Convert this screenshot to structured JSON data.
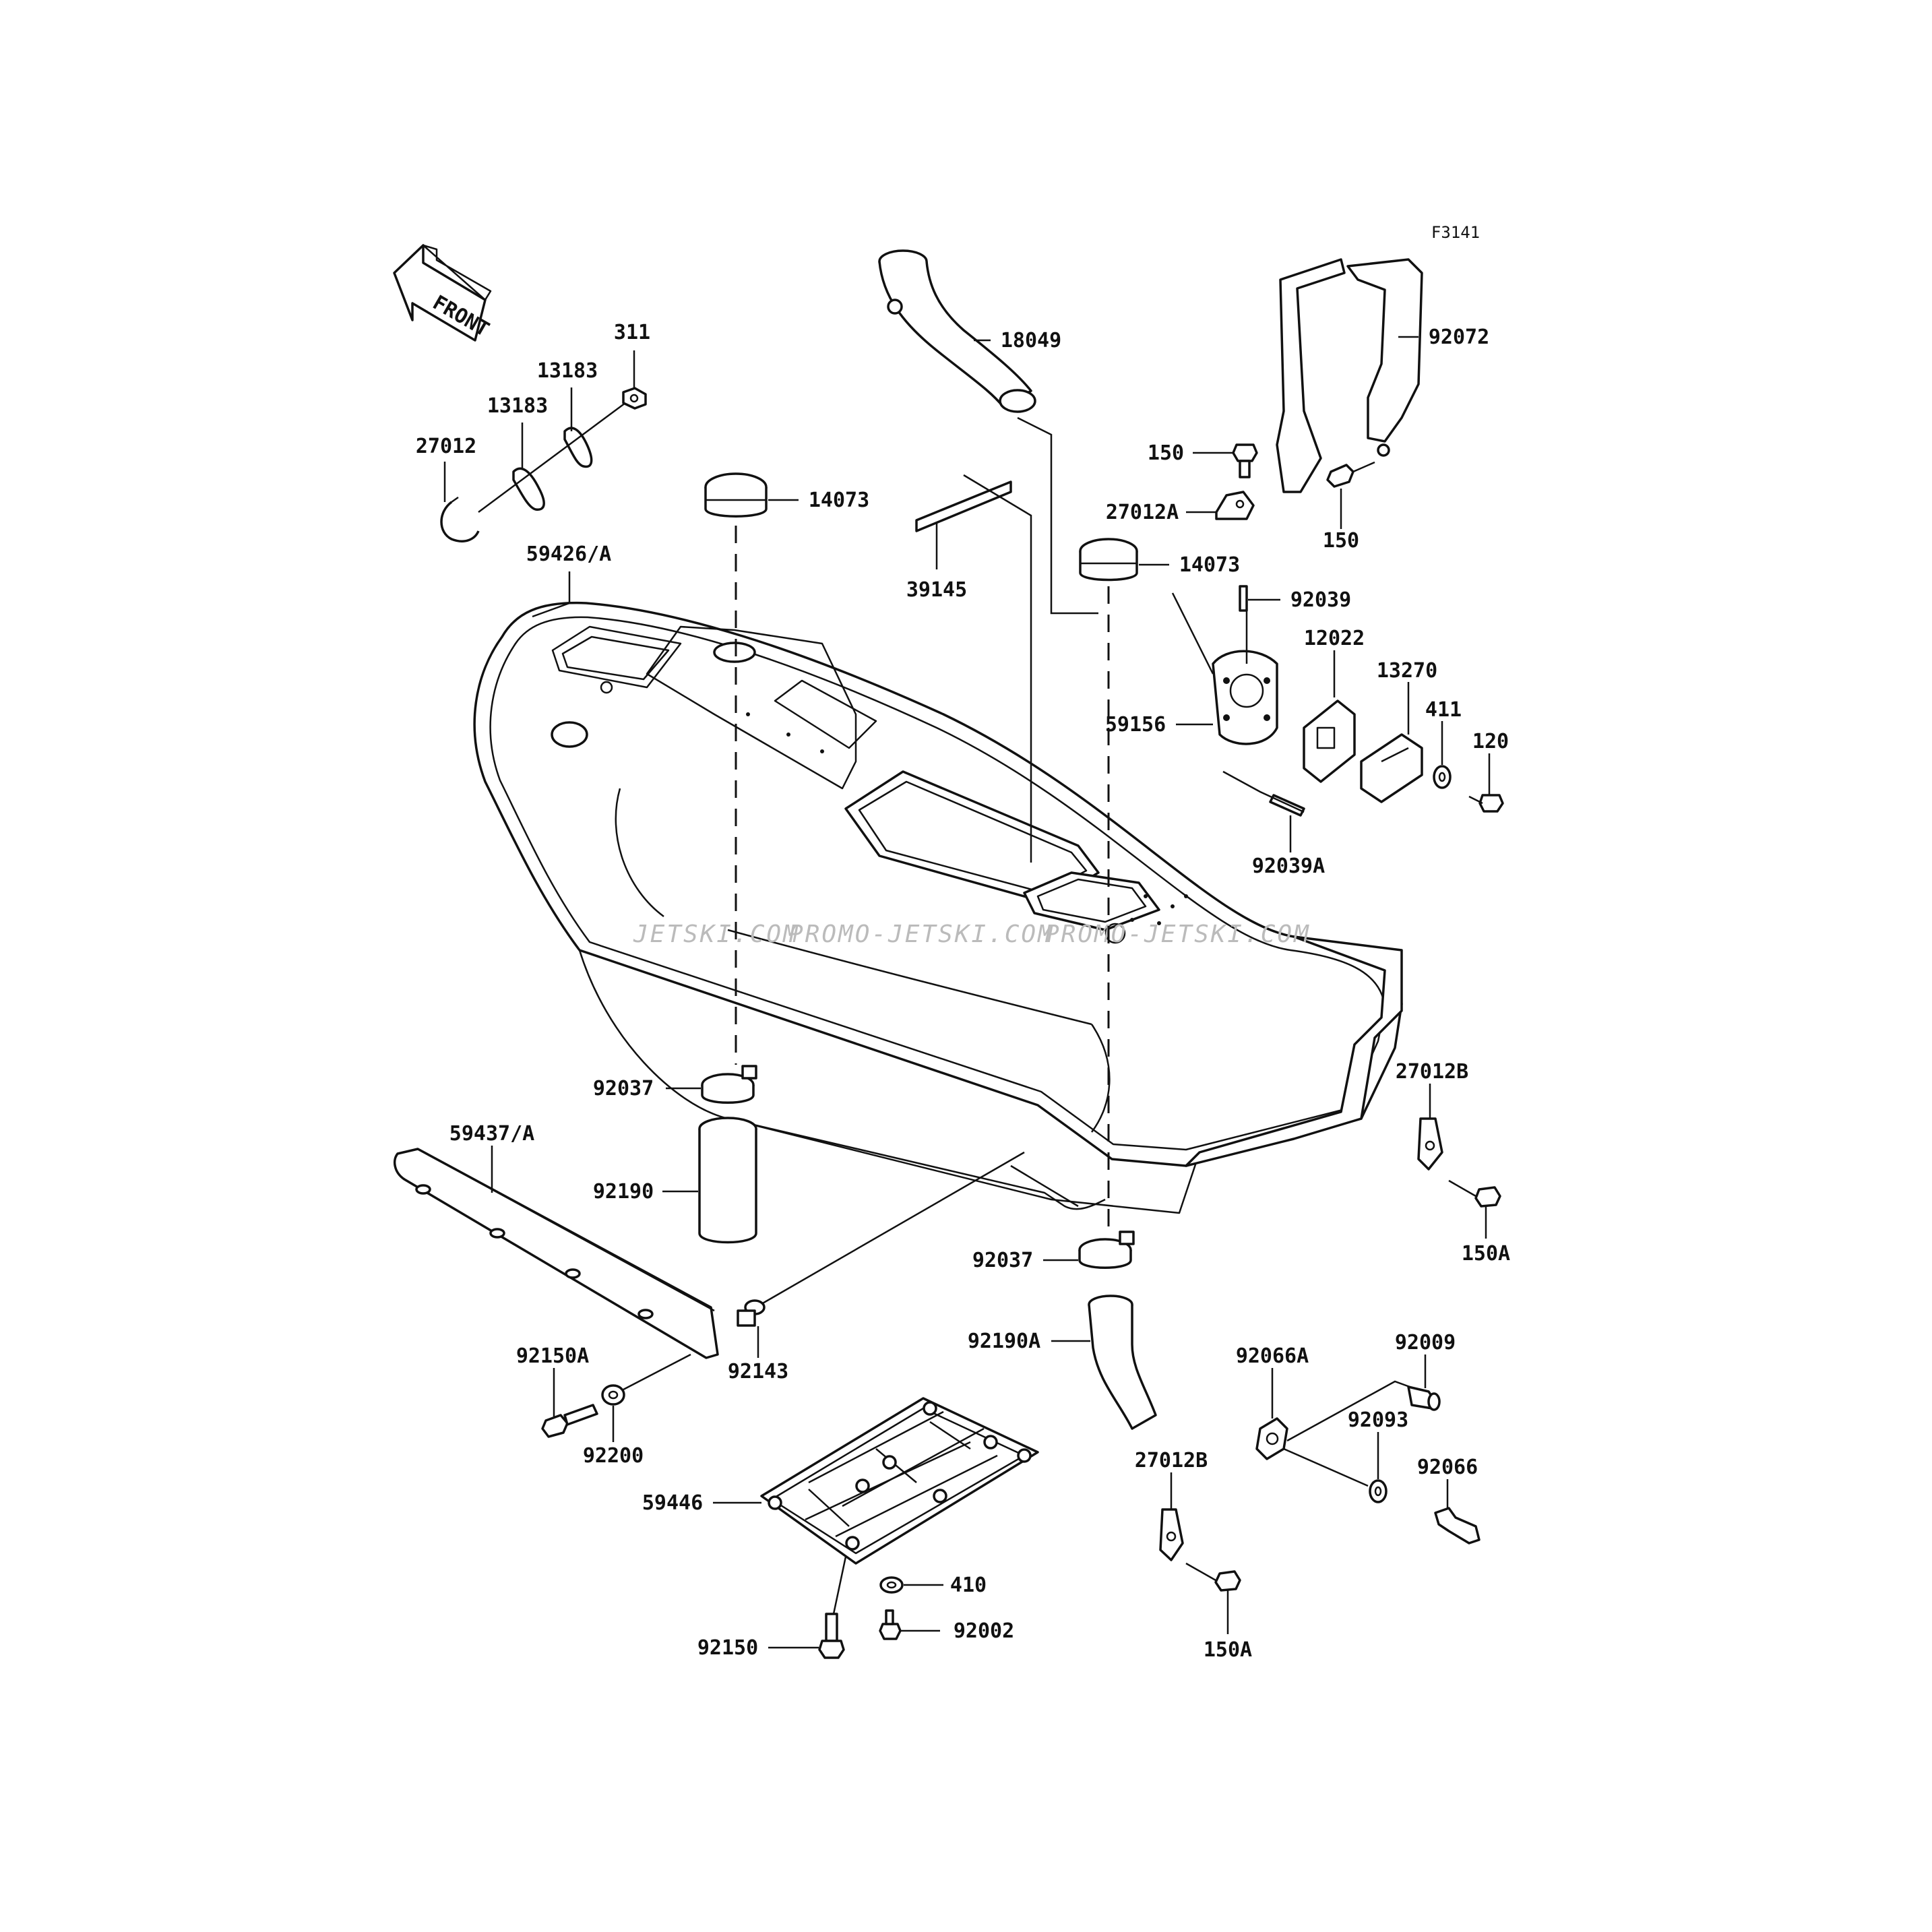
{
  "figure_code": "F3141",
  "front_label": "FRONT",
  "watermarks": [
    "JETSKI.COM",
    "PROMO-JETSKI.COM",
    "PROMO-JETSKI.COM"
  ],
  "labels": [
    {
      "id": "311",
      "text": "311"
    },
    {
      "id": "13183-a",
      "text": "13183"
    },
    {
      "id": "13183-b",
      "text": "13183"
    },
    {
      "id": "27012",
      "text": "27012"
    },
    {
      "id": "14073-a",
      "text": "14073"
    },
    {
      "id": "59426",
      "text": "59426/A"
    },
    {
      "id": "18049",
      "text": "18049"
    },
    {
      "id": "39145",
      "text": "39145"
    },
    {
      "id": "92072",
      "text": "92072"
    },
    {
      "id": "150-a",
      "text": "150"
    },
    {
      "id": "150-b",
      "text": "150"
    },
    {
      "id": "27012a",
      "text": "27012A"
    },
    {
      "id": "14073-b",
      "text": "14073"
    },
    {
      "id": "92039",
      "text": "92039"
    },
    {
      "id": "12022",
      "text": "12022"
    },
    {
      "id": "13270",
      "text": "13270"
    },
    {
      "id": "411",
      "text": "411"
    },
    {
      "id": "120",
      "text": "120"
    },
    {
      "id": "59156",
      "text": "59156"
    },
    {
      "id": "92039a",
      "text": "92039A"
    },
    {
      "id": "27012b-a",
      "text": "27012B"
    },
    {
      "id": "92037-a",
      "text": "92037"
    },
    {
      "id": "59437",
      "text": "59437/A"
    },
    {
      "id": "92190",
      "text": "92190"
    },
    {
      "id": "150a-a",
      "text": "150A"
    },
    {
      "id": "92037-b",
      "text": "92037"
    },
    {
      "id": "92190a",
      "text": "92190A"
    },
    {
      "id": "92150a",
      "text": "92150A"
    },
    {
      "id": "92143",
      "text": "92143"
    },
    {
      "id": "92200",
      "text": "92200"
    },
    {
      "id": "92066a",
      "text": "92066A"
    },
    {
      "id": "92009",
      "text": "92009"
    },
    {
      "id": "92093",
      "text": "92093"
    },
    {
      "id": "92066",
      "text": "92066"
    },
    {
      "id": "27012b-b",
      "text": "27012B"
    },
    {
      "id": "59446",
      "text": "59446"
    },
    {
      "id": "410",
      "text": "410"
    },
    {
      "id": "92002",
      "text": "92002"
    },
    {
      "id": "92150",
      "text": "92150"
    },
    {
      "id": "150a-b",
      "text": "150A"
    }
  ]
}
